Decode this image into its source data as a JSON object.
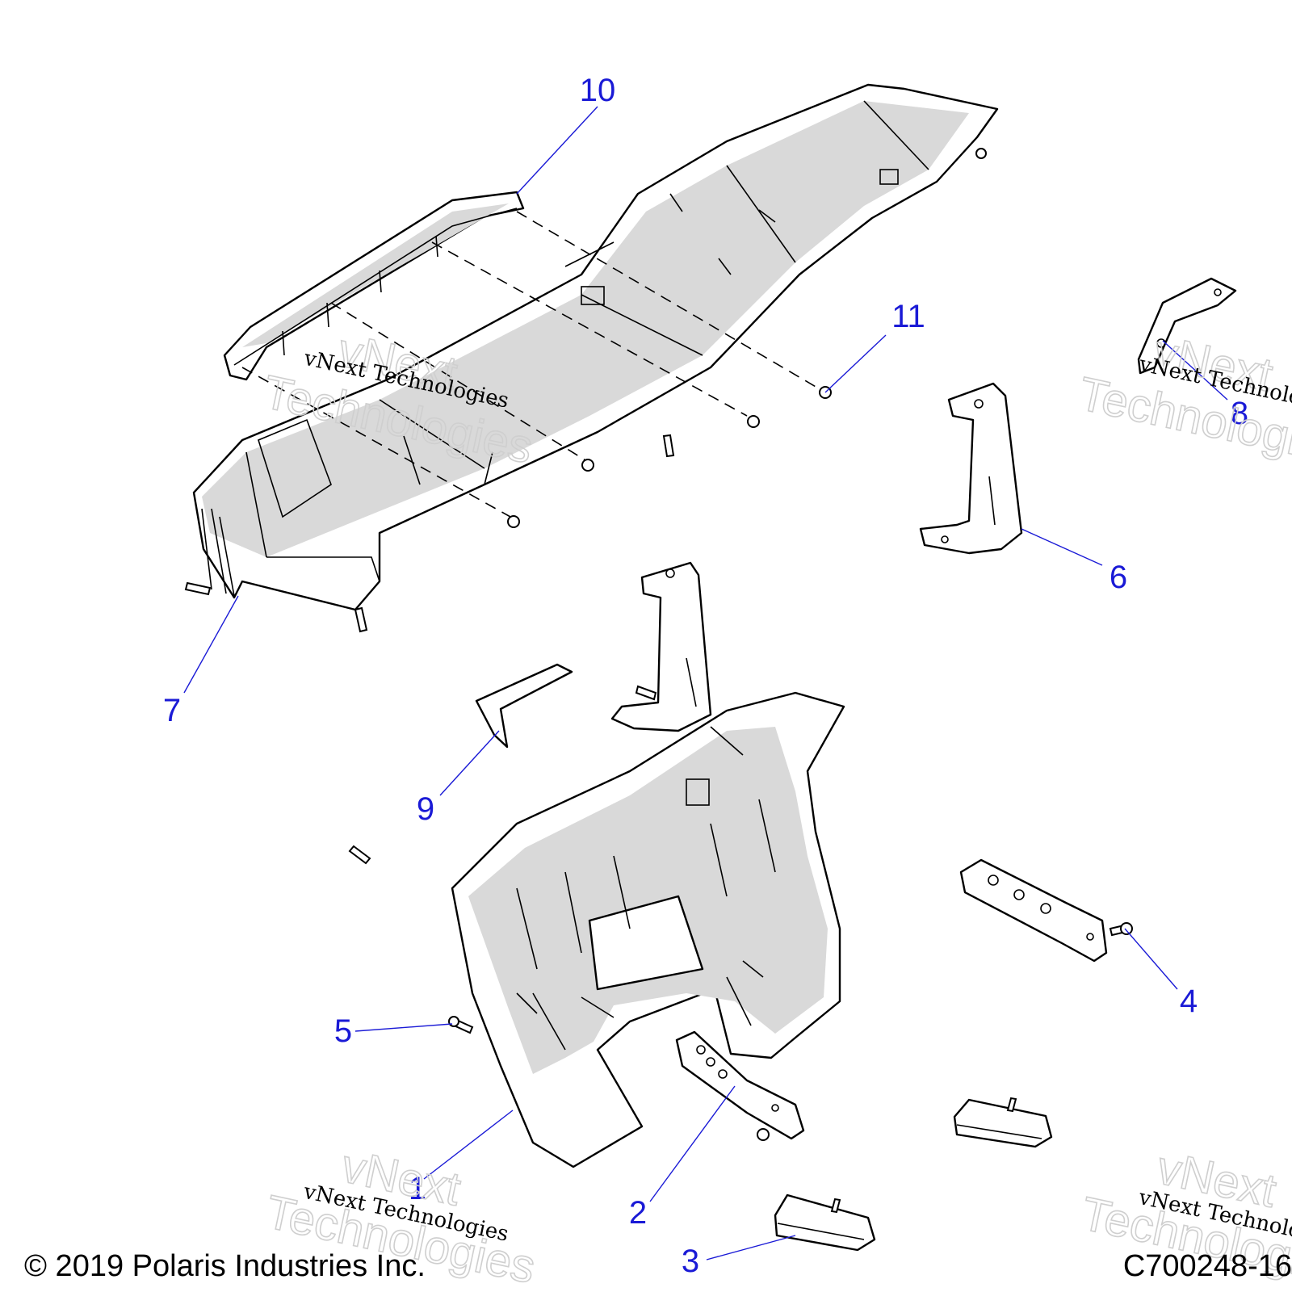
{
  "callouts": [
    {
      "id": "1",
      "label": "1"
    },
    {
      "id": "2",
      "label": "2"
    },
    {
      "id": "3",
      "label": "3"
    },
    {
      "id": "4",
      "label": "4"
    },
    {
      "id": "5",
      "label": "5"
    },
    {
      "id": "6",
      "label": "6"
    },
    {
      "id": "7",
      "label": "7"
    },
    {
      "id": "8",
      "label": "8"
    },
    {
      "id": "9",
      "label": "9"
    },
    {
      "id": "10",
      "label": "10"
    },
    {
      "id": "11",
      "label": "11"
    }
  ],
  "watermark": {
    "line1": "vNext Technologies",
    "line2a": "vNext",
    "line2b": "Technologies"
  },
  "footer": {
    "copyright": "© 2019 Polaris Industries Inc.",
    "drawing_id": "C700248-16"
  },
  "colors": {
    "callout": "#1a1ad6",
    "line": "#000000",
    "shade": "#d9d9d9"
  }
}
